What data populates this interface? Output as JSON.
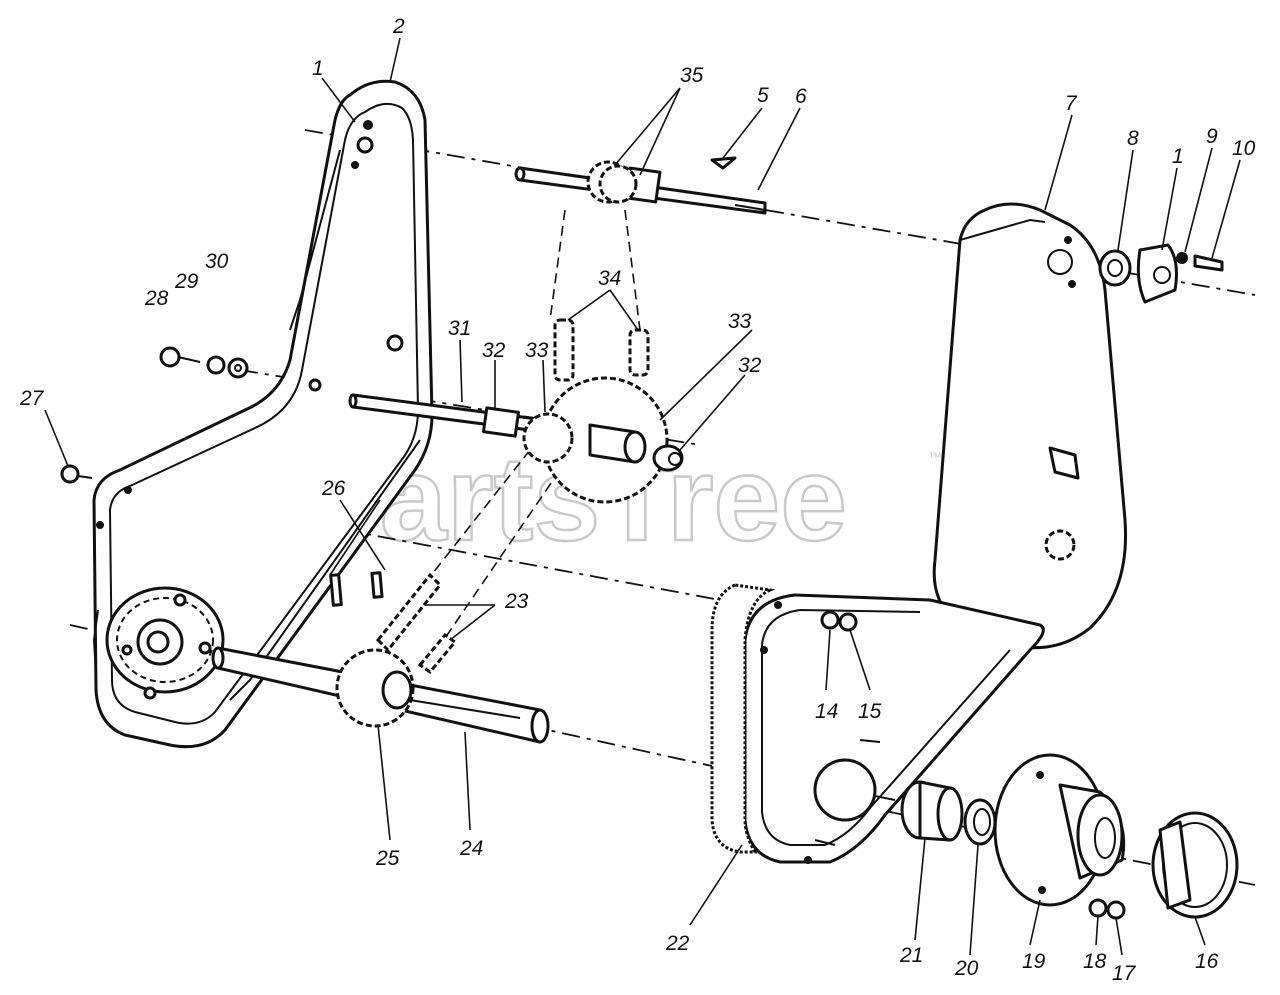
{
  "watermark": {
    "text": "PartsTree",
    "mark": "™"
  },
  "labels": {
    "l1a": "1",
    "l2": "2",
    "l35": "35",
    "l5": "5",
    "l6": "6",
    "l7": "7",
    "l8": "8",
    "l1b": "1",
    "l9": "9",
    "l10": "10",
    "l30": "30",
    "l29": "29",
    "l28": "28",
    "l34": "34",
    "l33a": "33",
    "l31": "31",
    "l32a": "32",
    "l33b": "33",
    "l32b": "32",
    "l27": "27",
    "l26": "26",
    "l23": "23",
    "l14": "14",
    "l15": "15",
    "l25": "25",
    "l24": "24",
    "l22": "22",
    "l21": "21",
    "l20": "20",
    "l19": "19",
    "l18": "18",
    "l17": "17",
    "l16": "16"
  }
}
